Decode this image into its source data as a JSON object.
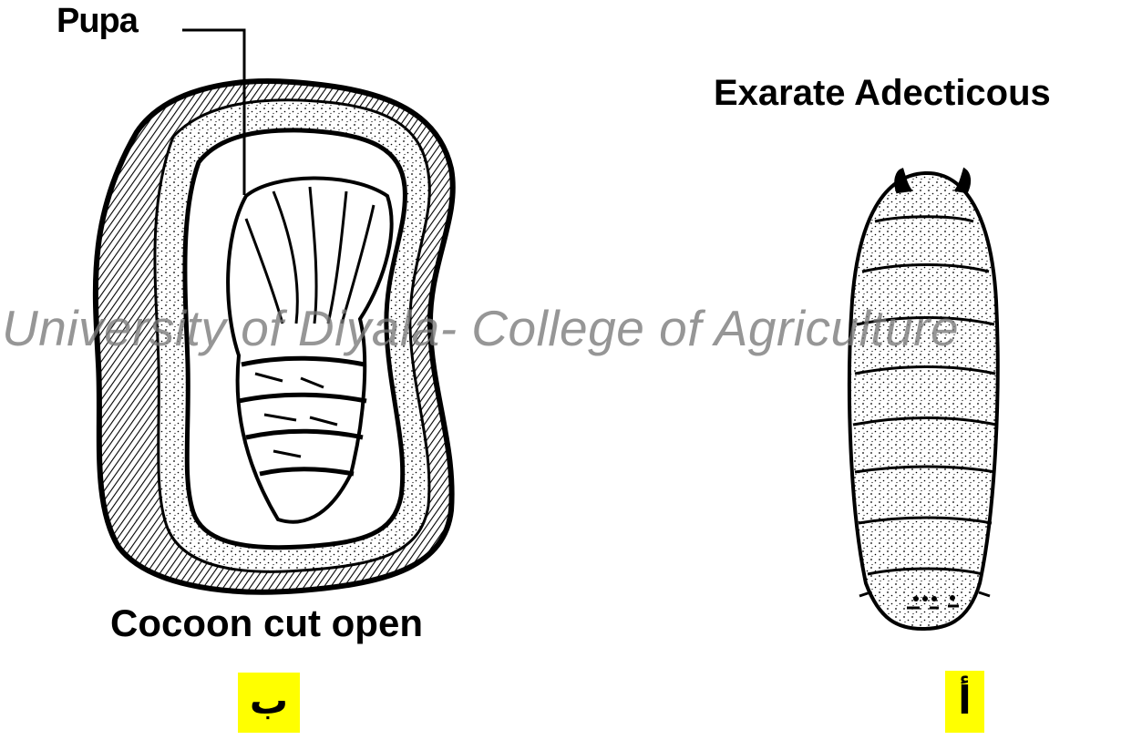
{
  "labels": {
    "pupa": "Pupa",
    "exarate_title": "Exarate Adecticous",
    "cocoon_caption": "Cocoon cut open",
    "watermark": "University of Diyala- College of Agriculture",
    "badge_right": "أ",
    "badge_left": "ب"
  },
  "colors": {
    "ink": "#000000",
    "badge_background": "#ffff00",
    "watermark": "#787878"
  }
}
